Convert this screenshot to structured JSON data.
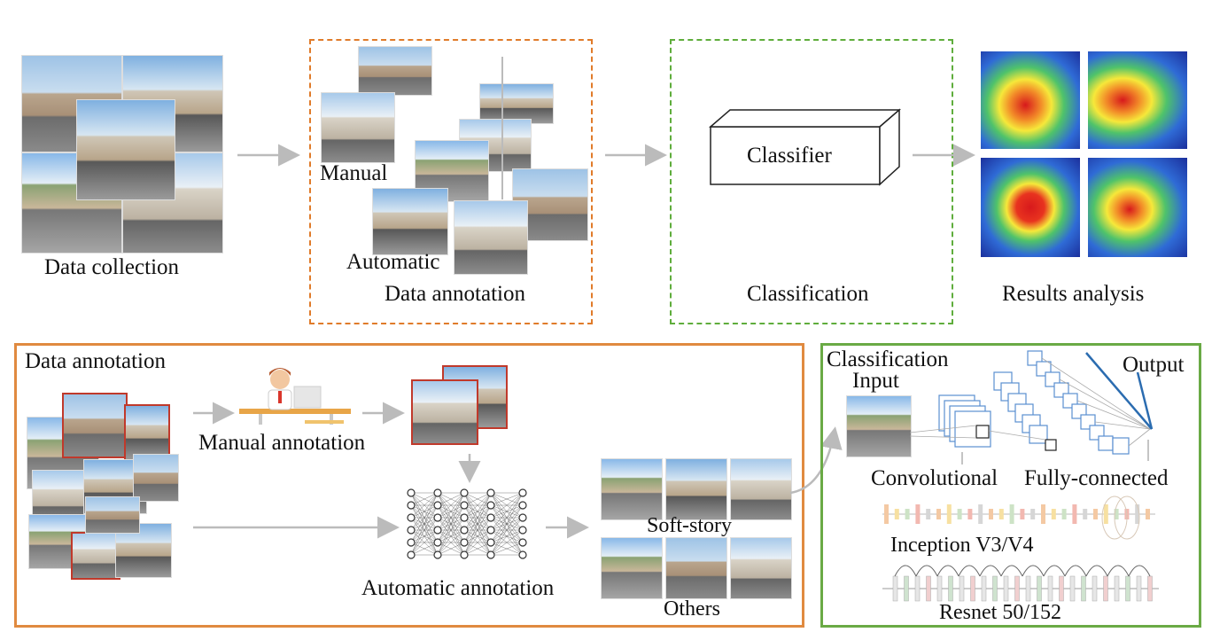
{
  "top": {
    "data_collection": "Data collection",
    "manual": "Manual",
    "automatic": "Automatic",
    "data_annotation": "Data annotation",
    "classifier": "Classifier",
    "classification": "Classification",
    "results_analysis": "Results analysis"
  },
  "bottom_left": {
    "title": "Data annotation",
    "manual_annotation": "Manual annotation",
    "automatic_annotation": "Automatic annotation",
    "soft_story": "Soft-story",
    "others": "Others"
  },
  "bottom_right": {
    "title": "Classification",
    "input": "Input",
    "output": "Output",
    "convolutional": "Convolutional",
    "fully_connected": "Fully-connected",
    "inception": "Inception V3/V4",
    "resnet": "Resnet 50/152"
  },
  "colors": {
    "orange": "#e07b2a",
    "green": "#5fad3c",
    "arrow": "#bbbbbb",
    "network_blue": "#2b6cb0"
  }
}
